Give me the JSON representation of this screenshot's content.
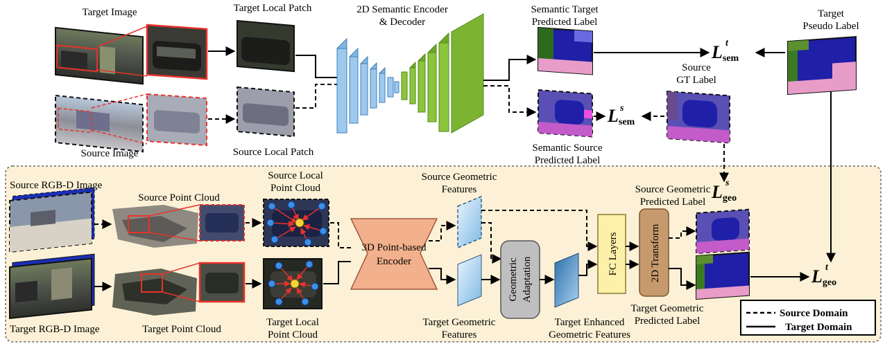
{
  "top": {
    "target_image": "Target Image",
    "target_local_patch": "Target Local Patch",
    "source_image": "Source Image",
    "source_local_patch": "Source Local Patch",
    "encoder_line1": "2D Semantic Encoder",
    "encoder_line2": "& Decoder",
    "sem_target_line1": "Semantic Target",
    "sem_target_line2": "Predicted Label",
    "sem_source_line1": "Semantic Source",
    "sem_source_line2": "Predicted Label",
    "source_gt_line1": "Source",
    "source_gt_line2": "GT Label",
    "target_pseudo_line1": "Target",
    "target_pseudo_line2": "Pseudo Label"
  },
  "bottom": {
    "source_rgbd": "Source RGB-D Image",
    "source_point_cloud": "Source Point Cloud",
    "source_local_pc_line1": "Source Local",
    "source_local_pc_line2": "Point Cloud",
    "target_rgbd": "Target RGB-D Image",
    "target_point_cloud": "Target Point Cloud",
    "target_local_pc_line1": "Target Local",
    "target_local_pc_line2": "Point Cloud",
    "encoder3d_line1": "3D Point-based",
    "encoder3d_line2": "Encoder",
    "src_geo_feat_line1": "Source Geometric",
    "src_geo_feat_line2": "Features",
    "tgt_geo_feat_line1": "Target Geometric",
    "tgt_geo_feat_line2": "Features",
    "geo_adapt_line1": "Geometric",
    "geo_adapt_line2": "Adaptation",
    "tgt_enh_line1": "Target Enhanced",
    "tgt_enh_line2": "Geometric Features",
    "fc_layers": "FC Layers",
    "transform2d": "2D Transform",
    "src_geo_pred_line1": "Source Geometric",
    "src_geo_pred_line2": "Predicted Label",
    "tgt_geo_pred_line1": "Target Geometric",
    "tgt_geo_pred_line2": "Predicted Label"
  },
  "losses": {
    "symbol": "L",
    "sem": "sem",
    "geo": "geo",
    "t": "t",
    "s": "s"
  },
  "legend": {
    "source": "Source Domain",
    "target": "Target Domain"
  },
  "colors": {
    "panel_bg": "#FCF1D6",
    "encoder_blue": "#9DC9EE",
    "decoder_green": "#8CC43C",
    "encoder3d": "#F2B08C",
    "fc_layers": "#FDF0A8",
    "transform2d": "#C79A6D",
    "adaptation": "#BFBFBF",
    "patch_red": "#E8322B",
    "label_blue": "#1F1FA8",
    "label_magenta": "#D24FD8"
  }
}
